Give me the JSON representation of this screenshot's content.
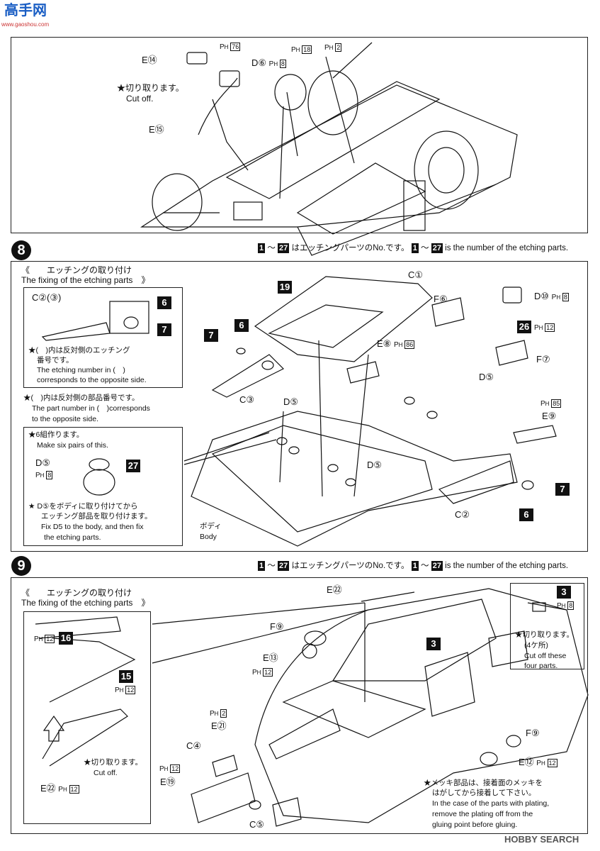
{
  "watermark_top": {
    "logo_text": "高手网",
    "sub": "www.gaoshou.com"
  },
  "step7": {
    "label_e14": "E⑭",
    "label_e15": "E⑮",
    "label_d6": "D⑥",
    "ph76": "76",
    "ph18": "18",
    "ph2": "2",
    "ph8": "8",
    "cut_jp": "★切り取ります。",
    "cut_en": "Cut off."
  },
  "step8": {
    "number": "8",
    "header_jp": "はエッチングパーツのNo.です。",
    "header_en": "is the number of the etching parts.",
    "range_from": "1",
    "range_to": "27",
    "etching_title_jp": "エッチングの取り付け",
    "etching_title_en": "The fixing of the etching parts",
    "c23": "C②(③)",
    "note1_jp_a": "★(　)内は反対側のエッチング",
    "note1_jp_b": "番号です。",
    "note1_en_a": "The etching number in (　)",
    "note1_en_b": "corresponds to the  opposite side.",
    "note2_jp": "★(　)内は反対側の部品番号です。",
    "note2_en_a": "The part number in (　)corresponds",
    "note2_en_b": "to the opposite side.",
    "pairs_jp": "★6組作ります。",
    "pairs_en": "Make six pairs of this.",
    "fix_jp_a": "★ D⑤をボディに取り付けてから",
    "fix_jp_b": "エッチング部品を取り付けます。",
    "fix_en_a": "Fix D5 to the body, and then fix",
    "fix_en_b": "the etching parts.",
    "d5": "D⑤",
    "c1": "C①",
    "c2": "C②",
    "c3": "C③",
    "f6": "F⑥",
    "f7": "F⑦",
    "e8": "E⑧",
    "e9": "E⑨",
    "d10": "D⑩",
    "body_jp": "ボディ",
    "body_en": "Body",
    "badge6": "6",
    "badge7": "7",
    "badge19": "19",
    "badge26": "26",
    "badge27": "27",
    "ph86": "86",
    "ph85": "85",
    "ph8": "8",
    "ph12": "12"
  },
  "step9": {
    "number": "9",
    "header_jp": "はエッチングパーツのNo.です。",
    "header_en": "is the number of the etching parts.",
    "range_from": "1",
    "range_to": "27",
    "etching_title_jp": "エッチングの取り付け",
    "etching_title_en": "The fixing of the etching parts",
    "cut_jp": "★切り取ります。",
    "cut_en": "Cut off.",
    "cut4_jp": "★切り取ります。",
    "cut4_count": "(4ケ所)",
    "cut4_en_a": "Cut off these",
    "cut4_en_b": "four parts.",
    "plating_jp_a": "★メッキ部品は、接着面のメッキを",
    "plating_jp_b": "はがしてから接着して下さい。",
    "plating_en_a": "In the case of the parts with plating,",
    "plating_en_b": "remove the plating off from the",
    "plating_en_c": "gluing point before gluing.",
    "e22": "E㉒",
    "f9": "F⑨",
    "e13": "E⑬",
    "e21": "E㉑",
    "c4": "C④",
    "e19": "E⑲",
    "c5": "C⑤",
    "e12": "E⑫",
    "badge3": "3",
    "badge15": "15",
    "badge16": "16",
    "ph12": "12",
    "ph2": "2",
    "ph8": "8"
  },
  "footer_watermark": "HOBBY SEARCH"
}
